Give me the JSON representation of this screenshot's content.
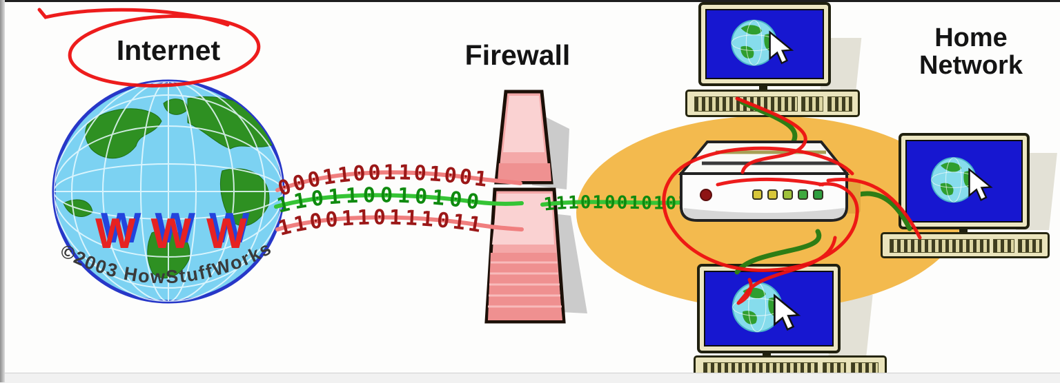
{
  "labels": {
    "internet": "Internet",
    "firewall": "Firewall",
    "home_network_line1": "Home",
    "home_network_line2": "Network",
    "copyright": "©2003 HowStuffWorks",
    "www_red": "WWW",
    "www_blue": "WWW"
  },
  "data_streams": {
    "blocked_top": "00011001101001",
    "allowed_middle": "110110010100",
    "blocked_bottom": "1100110111011",
    "lan": "111010010101"
  },
  "colors": {
    "annotation_red": "#ed1111",
    "allowed_green_line": "#35c435",
    "allowed_green_digits": "#0f8a0f",
    "blocked_red_line": "#f07f7f",
    "blocked_red_digits": "#9b1717",
    "home_zone_orange": "#f3ba4e",
    "firewall_pink": "#f4a8a8",
    "screen_blue": "#1717d0",
    "globe_ocean": "#7cd2f2",
    "globe_land": "#2e9022"
  }
}
